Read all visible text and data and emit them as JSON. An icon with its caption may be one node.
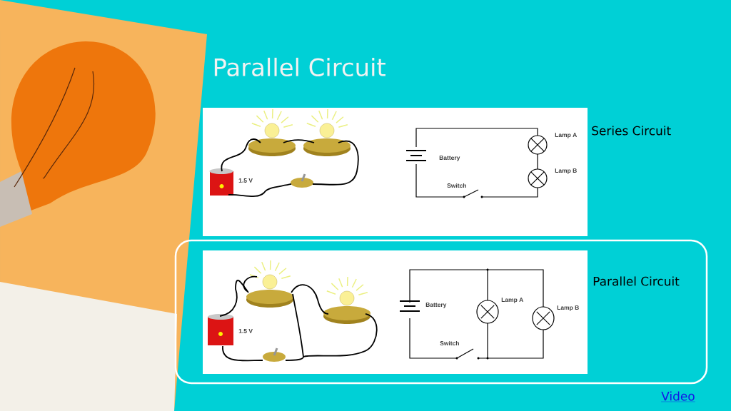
{
  "diagram": {
    "title": "Parallel Circuit",
    "labels": [
      "Series Circuit",
      "1.5 V",
      "Battery",
      "Lamp A",
      "Lamp B",
      "Switch",
      "Parallel Circuit",
      "1.5 V",
      "Battery",
      "Lamp A",
      "Lamp B",
      "Switch",
      "Video"
    ]
  }
}
